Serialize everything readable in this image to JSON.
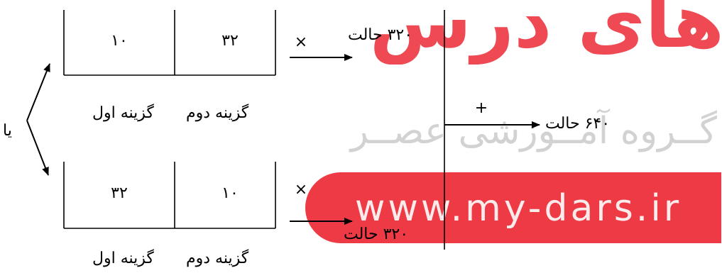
{
  "watermark": {
    "title": "های درس",
    "subtitle": "گــروه آمــوزشی عصــر",
    "url": "www.my-dars.ir"
  },
  "diagram": {
    "top_box": {
      "left_value": "۱۰",
      "right_value": "۳۲"
    },
    "bottom_box": {
      "left_value": "۳۲",
      "right_value": "۱۰"
    },
    "first_option_label": "گزینه اول",
    "second_option_label": "گزینه دوم",
    "or_label": "یا",
    "multiply_sign": "×",
    "plus_sign": "+",
    "top_result": "۳۲۰ حالت",
    "bottom_result": "۳۲۰ حالت",
    "total_result": "۶۴۰ حالت"
  }
}
